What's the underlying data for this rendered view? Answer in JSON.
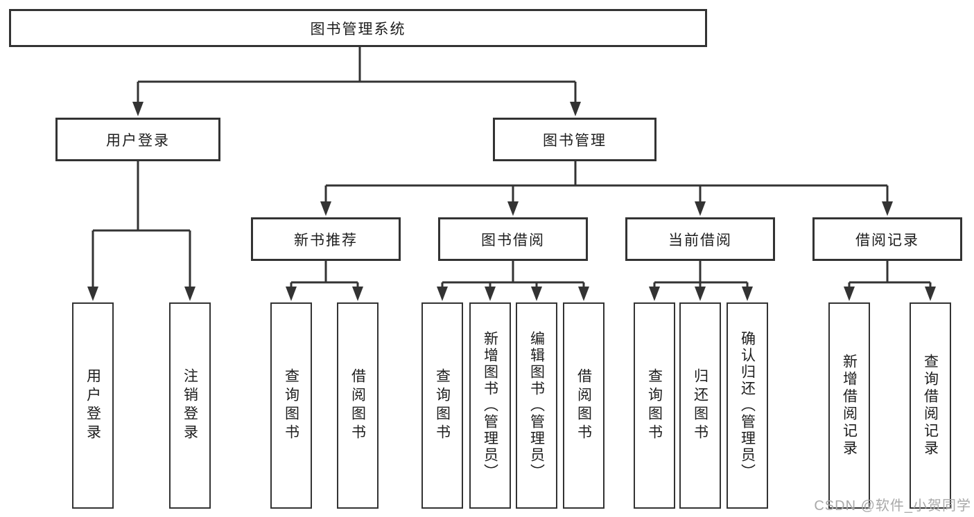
{
  "diagram_type": "hierarchy-tree",
  "colors": {
    "line": "#333333",
    "box_border": "#333333",
    "box_fill": "#ffffff",
    "text": "#1d1d1d",
    "background": "#ffffff",
    "watermark": "#a9a9a9"
  },
  "tree": {
    "label": "图书管理系统",
    "children": [
      {
        "label": "用户登录",
        "children": [
          {
            "label": "用户登录"
          },
          {
            "label": "注销登录"
          }
        ]
      },
      {
        "label": "图书管理",
        "children": [
          {
            "label": "新书推荐",
            "children": [
              {
                "label": "查询图书"
              },
              {
                "label": "借阅图书"
              }
            ]
          },
          {
            "label": "图书借阅",
            "children": [
              {
                "label": "查询图书"
              },
              {
                "label": "新增图书（管理员）"
              },
              {
                "label": "编辑图书（管理员）"
              },
              {
                "label": "借阅图书"
              }
            ]
          },
          {
            "label": "当前借阅",
            "children": [
              {
                "label": "查询图书"
              },
              {
                "label": "归还图书"
              },
              {
                "label": "确认归还（管理员）"
              }
            ]
          },
          {
            "label": "借阅记录",
            "children": [
              {
                "label": "新增借阅记录"
              },
              {
                "label": "查询借阅记录"
              }
            ]
          }
        ]
      }
    ]
  },
  "watermark": {
    "text": "CSDN @软件_小贺同学"
  }
}
